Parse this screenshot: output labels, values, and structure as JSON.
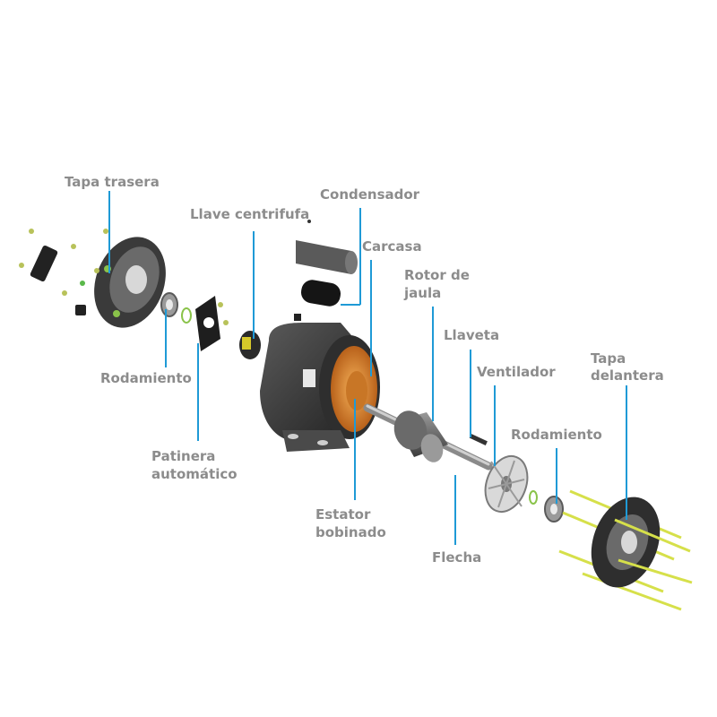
{
  "diagram": {
    "labels": {
      "tapa_trasera": "Tapa trasera",
      "llave_centrifufa": "Llave centrifufa",
      "condensador": "Condensador",
      "carcasa": "Carcasa",
      "rotor_line1": "Rotor de",
      "rotor_line2": "jaula",
      "llaveta": "Llaveta",
      "ventilador": "Ventilador",
      "tapa_delantera_line1": "Tapa",
      "tapa_delantera_line2": "delantera",
      "rodamiento_left": "Rodamiento",
      "rodamiento_right": "Rodamiento",
      "patinera_line1": "Patinera",
      "patinera_line2": "automático",
      "estator_line1": "Estator",
      "estator_line2": "bobinado",
      "flecha": "Flecha"
    },
    "colors": {
      "label_text": "#8c8c8c",
      "leader_line": "#1f9ad6",
      "metal_dark": "#3a3a3a",
      "copper": "#e08a2c",
      "rod_yellow": "#d6e04a"
    }
  }
}
